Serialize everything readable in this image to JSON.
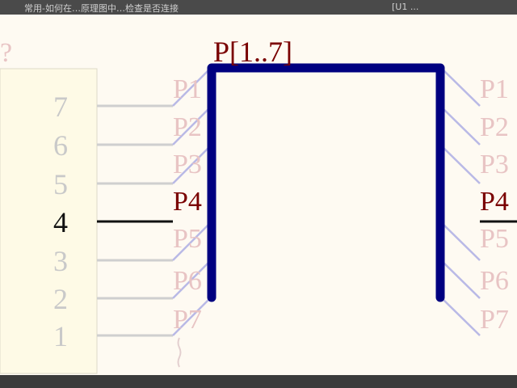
{
  "window": {
    "title_left": "常用‑如何在…原理图中…检查是否连接",
    "title_right": "[U1 ..."
  },
  "diagram": {
    "bus_label": "P[1..7]",
    "partial_label": "?",
    "pin_numbers": [
      "7",
      "6",
      "5",
      "4",
      "3",
      "2",
      "1"
    ],
    "pin_names_left": [
      "P1",
      "P2",
      "P3",
      "P4",
      "P5",
      "P6",
      "P7"
    ],
    "pin_names_right": [
      "P1",
      "P2",
      "P3",
      "P4",
      "P5",
      "P6",
      "P7"
    ],
    "highlighted_pin": "4",
    "colors": {
      "bus": "#000080",
      "net_label": "#7a0000",
      "dimmed_label": "#e8c4c4",
      "component_fill": "#fefae6",
      "background": "#fefaf2"
    }
  }
}
